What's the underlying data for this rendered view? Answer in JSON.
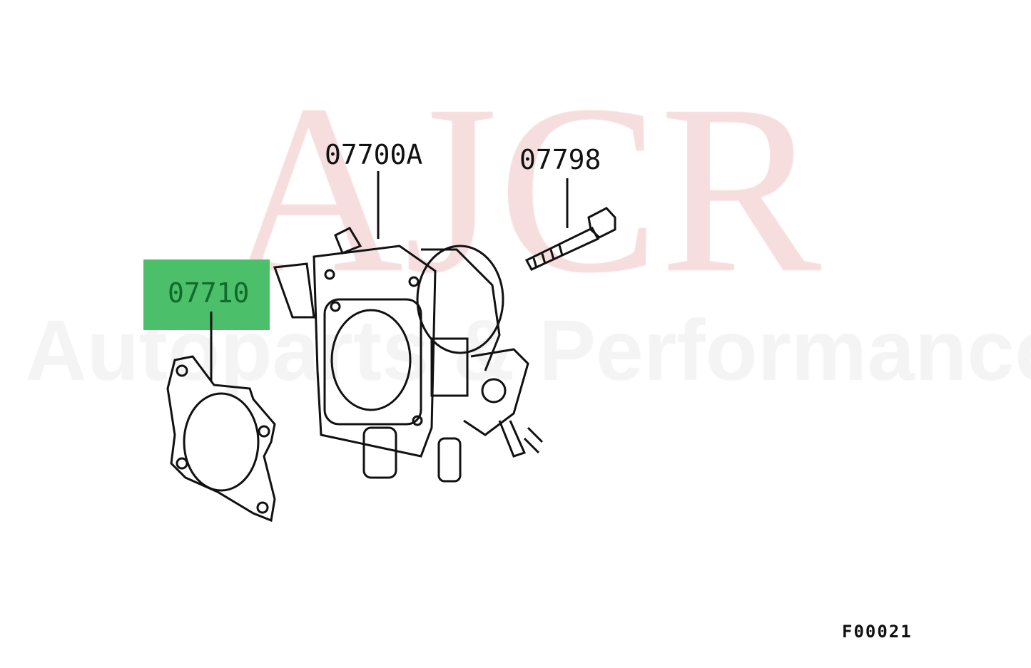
{
  "watermark": {
    "logo": "AJCR",
    "tagline": "Autoparts & Performance"
  },
  "highlight_color": "#4cbf6b",
  "callouts": [
    {
      "part": "07700A",
      "highlighted": false
    },
    {
      "part": "07798",
      "highlighted": false
    },
    {
      "part": "07710",
      "highlighted": true
    }
  ],
  "figure_code": "F00021"
}
